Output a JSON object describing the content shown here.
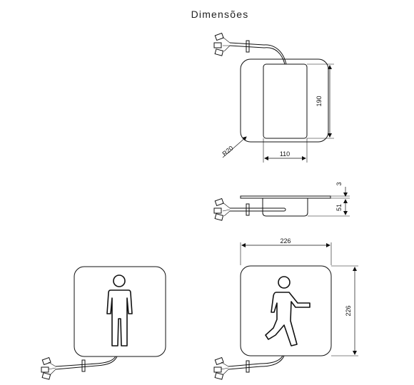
{
  "title": "Dimensões",
  "dimensions": {
    "front_height": "190",
    "front_width": "110",
    "corner_radius": "R20",
    "plate_thickness": "3",
    "box_depth": "51",
    "sign_width": "226",
    "sign_height": "226"
  }
}
